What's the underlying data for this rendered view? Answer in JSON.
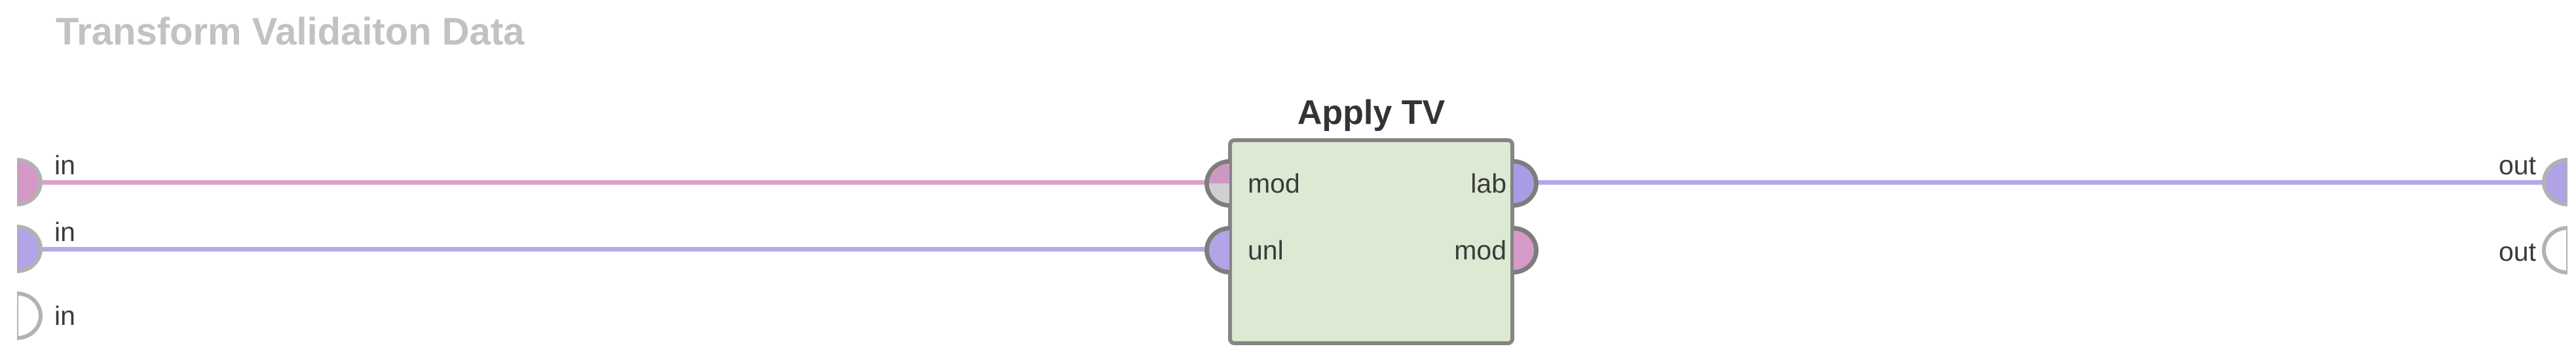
{
  "canvas": {
    "title": "Transform Validaiton Data",
    "title_color": "#c2c2c2",
    "background": "#ffffff"
  },
  "node": {
    "title": "Apply TV",
    "fill": "#dce9d3",
    "border_color": "#858585",
    "port_border_color": "#7d7d7d",
    "input_ports": [
      {
        "label": "mod",
        "fill_top": "#cd99c2",
        "fill_bottom": "#d2cfd2",
        "connected": true
      },
      {
        "label": "unl",
        "fill": "#b2a4e6",
        "connected": true
      }
    ],
    "output_ports": [
      {
        "label": "lab",
        "fill": "#aa9ce4",
        "connected": true
      },
      {
        "label": "mod",
        "fill": "#d59ac6",
        "connected": false
      }
    ]
  },
  "edge_inputs": [
    {
      "label": "in",
      "fill": "#d498c4",
      "connected": true
    },
    {
      "label": "in",
      "fill": "#b2a4e6",
      "connected": true
    },
    {
      "label": "in",
      "fill": "#ffffff",
      "connected": false
    }
  ],
  "edge_outputs": [
    {
      "label": "out",
      "fill": "#b0a2e4",
      "connected": true
    },
    {
      "label": "out",
      "fill": "#ffffff",
      "connected": false
    }
  ],
  "wires": [
    {
      "from": "in-1",
      "to": "node-mod",
      "color": "#d9a1ca"
    },
    {
      "from": "in-2",
      "to": "node-unl",
      "color": "#b6a8e8"
    },
    {
      "from": "node-lab",
      "to": "out-1",
      "color": "#b5a7e9"
    }
  ],
  "edge_port_border_color": "#b2b2b2",
  "label_color": "#3b3b3b"
}
